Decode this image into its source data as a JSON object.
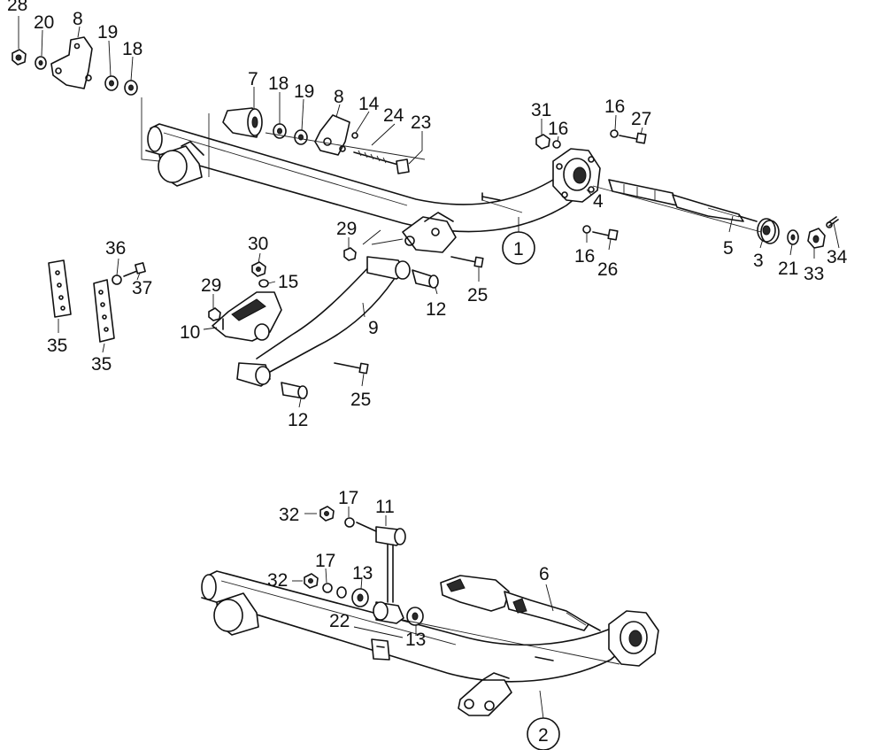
{
  "callouts": {
    "top": {
      "c28": "28",
      "c20": "20",
      "c8a": "8",
      "c19a": "19",
      "c18a": "18",
      "c7": "7",
      "c18b": "18",
      "c19b": "19",
      "c8b": "8",
      "c14": "14",
      "c24": "24",
      "c23": "23",
      "c31": "31",
      "c16a": "16",
      "c16b": "16",
      "c27": "27",
      "c4": "4",
      "c29a": "29",
      "c1": "1",
      "c5": "5",
      "c3": "3",
      "c21": "21",
      "c33": "33",
      "c34": "34",
      "c16c": "16",
      "c26": "26",
      "c36": "36",
      "c37": "37",
      "c30": "30",
      "c15": "15",
      "c29b": "29",
      "c10": "10",
      "c12a": "12",
      "c25a": "25",
      "c9": "9",
      "c35a": "35",
      "c35b": "35",
      "c25b": "25",
      "c12b": "12"
    },
    "bottom": {
      "c17a": "17",
      "c11": "11",
      "c32a": "32",
      "c17b": "17",
      "c32b": "32",
      "c13a": "13",
      "c6": "6",
      "c22": "22",
      "c13b": "13",
      "c2": "2"
    }
  }
}
